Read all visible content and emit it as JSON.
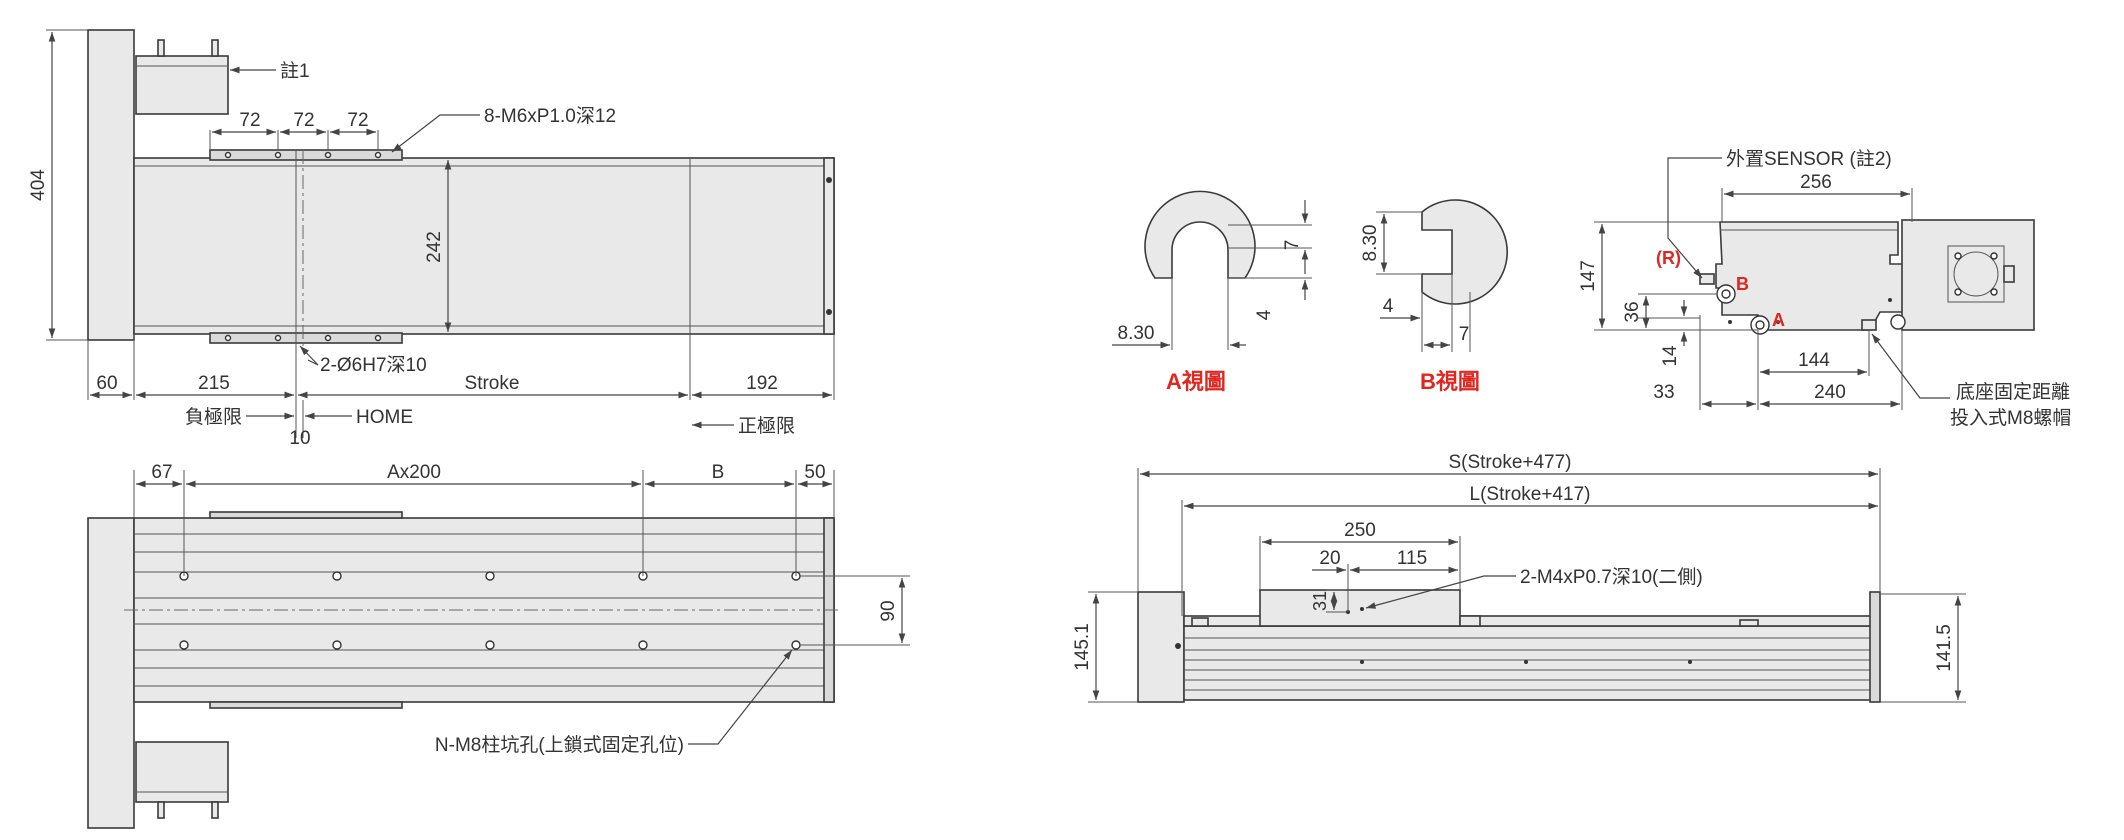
{
  "top_view": {
    "note1": "註1",
    "dim_404": "404",
    "dim_72a": "72",
    "dim_72b": "72",
    "dim_72c": "72",
    "holes_m6": "8-M6xP1.0深12",
    "dim_242": "242",
    "pin_holes": "2-Ø6H7深10",
    "dim_60": "60",
    "dim_215": "215",
    "stroke": "Stroke",
    "dim_192": "192",
    "neg_limit": "負極限",
    "home": "HOME",
    "dim_10": "10",
    "pos_limit": "正極限"
  },
  "bottom_view": {
    "dim_67": "67",
    "ax200": "Ax200",
    "b": "B",
    "dim_50": "50",
    "dim_90": "90",
    "counterbore": "N-M8柱坑孔(上鎖式固定孔位)"
  },
  "view_a": {
    "dim_7": "7",
    "dim_4": "4",
    "dim_830": "8.30",
    "title": "A視圖"
  },
  "view_b": {
    "dim_830": "8.30",
    "dim_4": "4",
    "dim_7": "7",
    "title": "B視圖"
  },
  "end_view": {
    "sensor": "外置SENSOR (註2)",
    "dim_256": "256",
    "dim_147": "147",
    "r": "(R)",
    "b": "B",
    "a": "A",
    "dim_36": "36",
    "dim_14": "14",
    "dim_144": "144",
    "dim_33": "33",
    "dim_240": "240",
    "base_note1": "底座固定距離",
    "base_note2": "投入式M8螺帽"
  },
  "side_view": {
    "s_len": "S(Stroke+477)",
    "l_len": "L(Stroke+417)",
    "dim_250": "250",
    "dim_20": "20",
    "dim_115": "115",
    "holes_m4": "2-M4xP0.7深10(二側)",
    "dim_31": "31",
    "dim_1451": "145.1",
    "dim_1415": "141.5"
  },
  "colors": {
    "label_red": "#e0261f",
    "part_fill": "#e9e9e9",
    "line": "#3a3a3a"
  }
}
